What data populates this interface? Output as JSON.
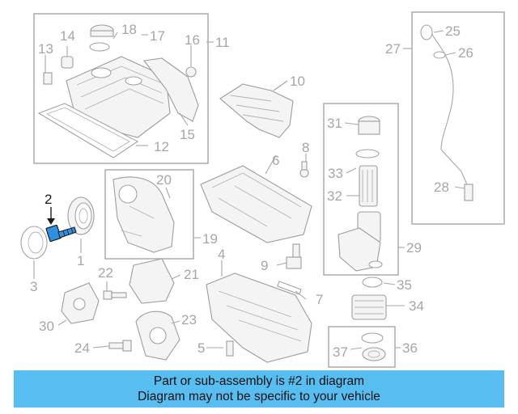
{
  "diagram": {
    "labels": {
      "l1": "1",
      "l2": "2",
      "l3": "3",
      "l4": "4",
      "l5": "5",
      "l6": "6",
      "l7": "7",
      "l8": "8",
      "l9": "9",
      "l10": "10",
      "l11": "11",
      "l12": "12",
      "l13": "13",
      "l14": "14",
      "l15": "15",
      "l16": "16",
      "l17": "17",
      "l18": "18",
      "l19": "19",
      "l20": "20",
      "l21": "21",
      "l22": "22",
      "l23": "23",
      "l24": "24",
      "l25": "25",
      "l26": "26",
      "l27": "27",
      "l28": "28",
      "l29": "29",
      "l30": "30",
      "l31": "31",
      "l32": "32",
      "l33": "33",
      "l34": "34",
      "l35": "35",
      "l36": "36",
      "l37": "37"
    },
    "highlighted_part": "2",
    "highlight_color": "#2f8fe0"
  },
  "banner": {
    "line1": "Part or sub-assembly is #2 in diagram",
    "line2": "Diagram may not be specific to your vehicle",
    "background": "#58bdf0"
  }
}
